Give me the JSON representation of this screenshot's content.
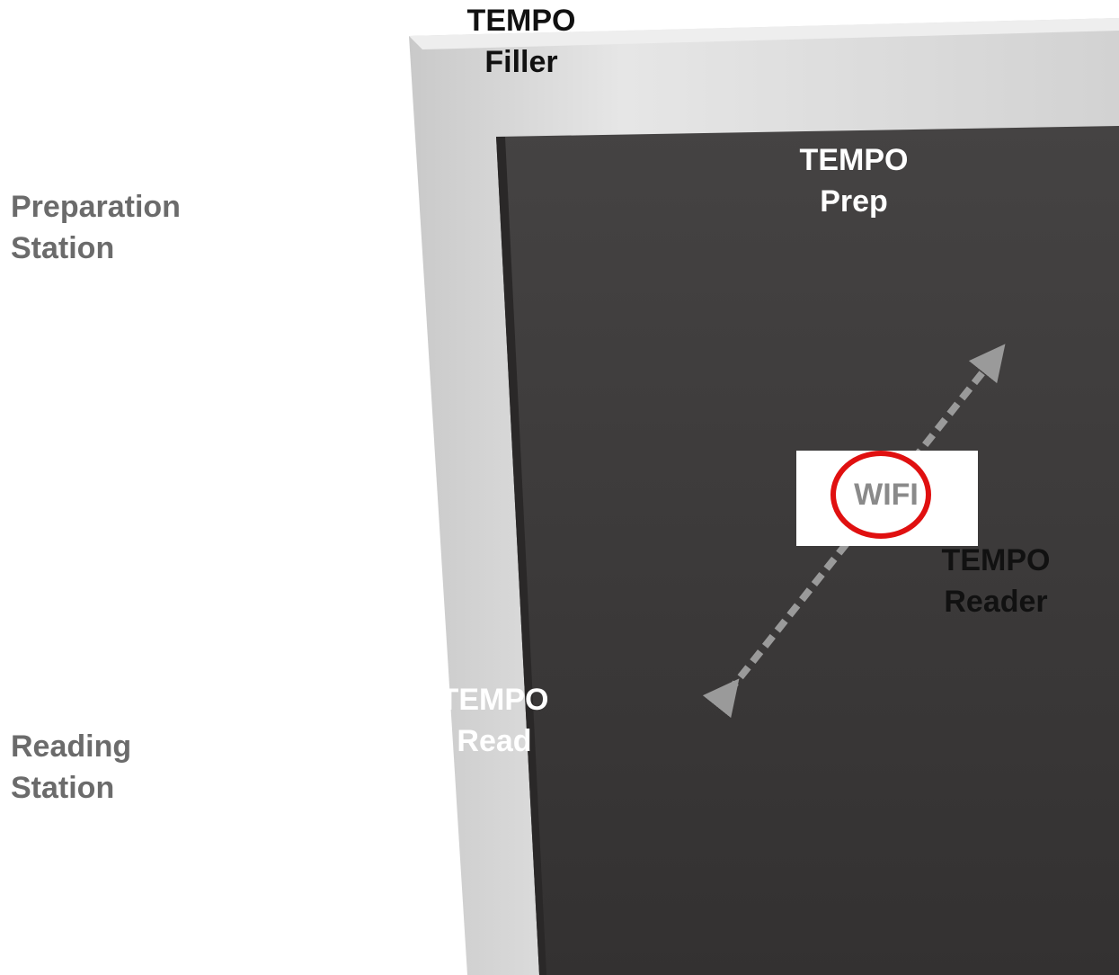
{
  "stations": {
    "preparation": [
      "Preparation",
      "Station"
    ],
    "reading": [
      "Reading",
      "Station"
    ]
  },
  "devices": {
    "filler": [
      "TEMPO",
      "Filler"
    ],
    "prep": [
      "TEMPO",
      "Prep"
    ],
    "reader": [
      "TEMPO",
      "Reader"
    ],
    "read": [
      "TEMPO",
      "Read"
    ]
  },
  "wifi": {
    "label": "WIFI",
    "ring_color": "#e01010",
    "text_color": "#8a8a8a"
  },
  "colors": {
    "panel": "#3a3838",
    "frame": "#dcdcdc",
    "link_arrow": "#9a9a9a",
    "station_text": "#6b6b6b"
  }
}
